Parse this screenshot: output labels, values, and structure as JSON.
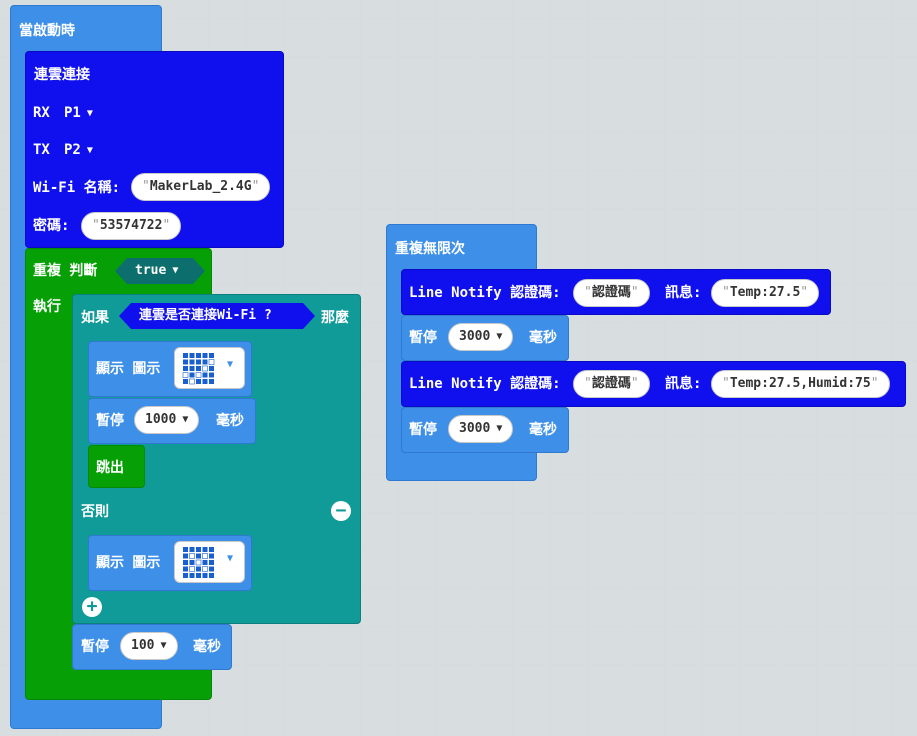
{
  "on_start": {
    "label": "當啟動時",
    "cloud_connect": {
      "title": "連雲連接",
      "rx_label": "RX",
      "rx_value": "P1",
      "tx_label": "TX",
      "tx_value": "P2",
      "wifi_label": "Wi-Fi 名稱:",
      "wifi_value": "MakerLab_2.4G",
      "password_label": "密碼:",
      "password_value": "53574722"
    },
    "repeat_while": {
      "label": "重複 判斷",
      "condition": "true",
      "do_label": "執行",
      "if_block": {
        "if_label": "如果",
        "condition": "連雲是否連接Wi-Fi ?",
        "then_label": "那麼",
        "show_image_1": "顯示 圖示",
        "pause_label": "暫停",
        "pause_value": "1000",
        "unit": "毫秒",
        "break_label": "跳出",
        "else_label": "否則",
        "show_image_2": "顯示 圖示"
      },
      "pause_label": "暫停",
      "pause_value": "100",
      "unit": "毫秒"
    }
  },
  "forever": {
    "label": "重複無限次",
    "notify_1": {
      "label": "Line Notify 認證碼:",
      "token": "認證碼",
      "message_label": "訊息:",
      "message": "Temp:27.5"
    },
    "pause_1": {
      "label": "暫停",
      "value": "3000",
      "unit": "毫秒"
    },
    "notify_2": {
      "label": "Line Notify 認證碼:",
      "token": "認證碼",
      "message_label": "訊息:",
      "message": "Temp:27.5,Humid:75"
    },
    "pause_2": {
      "label": "暫停",
      "value": "3000",
      "unit": "毫秒"
    }
  },
  "colors": {
    "workspace": "#ecf0f1",
    "basic_blue": "#3d8fe8",
    "extension_blue": "#1010ee",
    "loop_green": "#06a006",
    "logic_teal": "#109a98"
  },
  "icons": {
    "dropdown": "triangle-down",
    "collapse": "minus-circle",
    "expand": "plus-circle"
  }
}
